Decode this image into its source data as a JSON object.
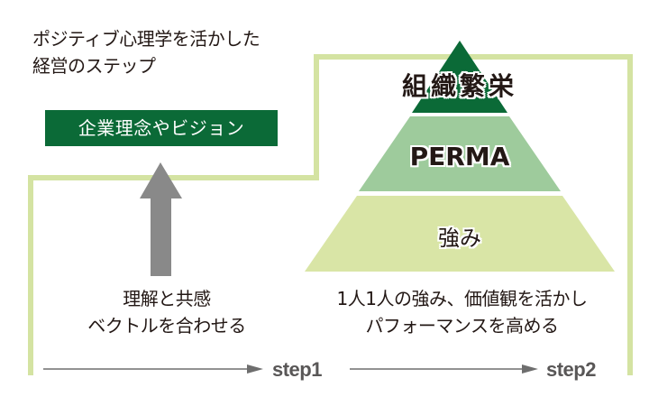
{
  "title": {
    "line1": "ポジティブ心理学を活かした",
    "line2": "経営のステップ"
  },
  "vision_box": {
    "label": "企業理念やビジョン",
    "color": "#0b6a37"
  },
  "pyramid": {
    "tiers": [
      {
        "label": "組織繁栄",
        "color": "#0b6a37"
      },
      {
        "label": "PERMA",
        "color": "#9ecb9c"
      },
      {
        "label": "強み",
        "color": "#d9e5a6"
      }
    ]
  },
  "step_outline_color": "#d4e3a2",
  "up_arrow": {
    "color": "#898989"
  },
  "captions": {
    "step1": [
      "理解と共感",
      "ベクトルを合わせる"
    ],
    "step2": [
      "1人1人の強み、価値観を活かし",
      "パフォーマンスを高める"
    ]
  },
  "timeline": {
    "color": "#6e6e6e",
    "steps": [
      "step1",
      "step2"
    ]
  }
}
